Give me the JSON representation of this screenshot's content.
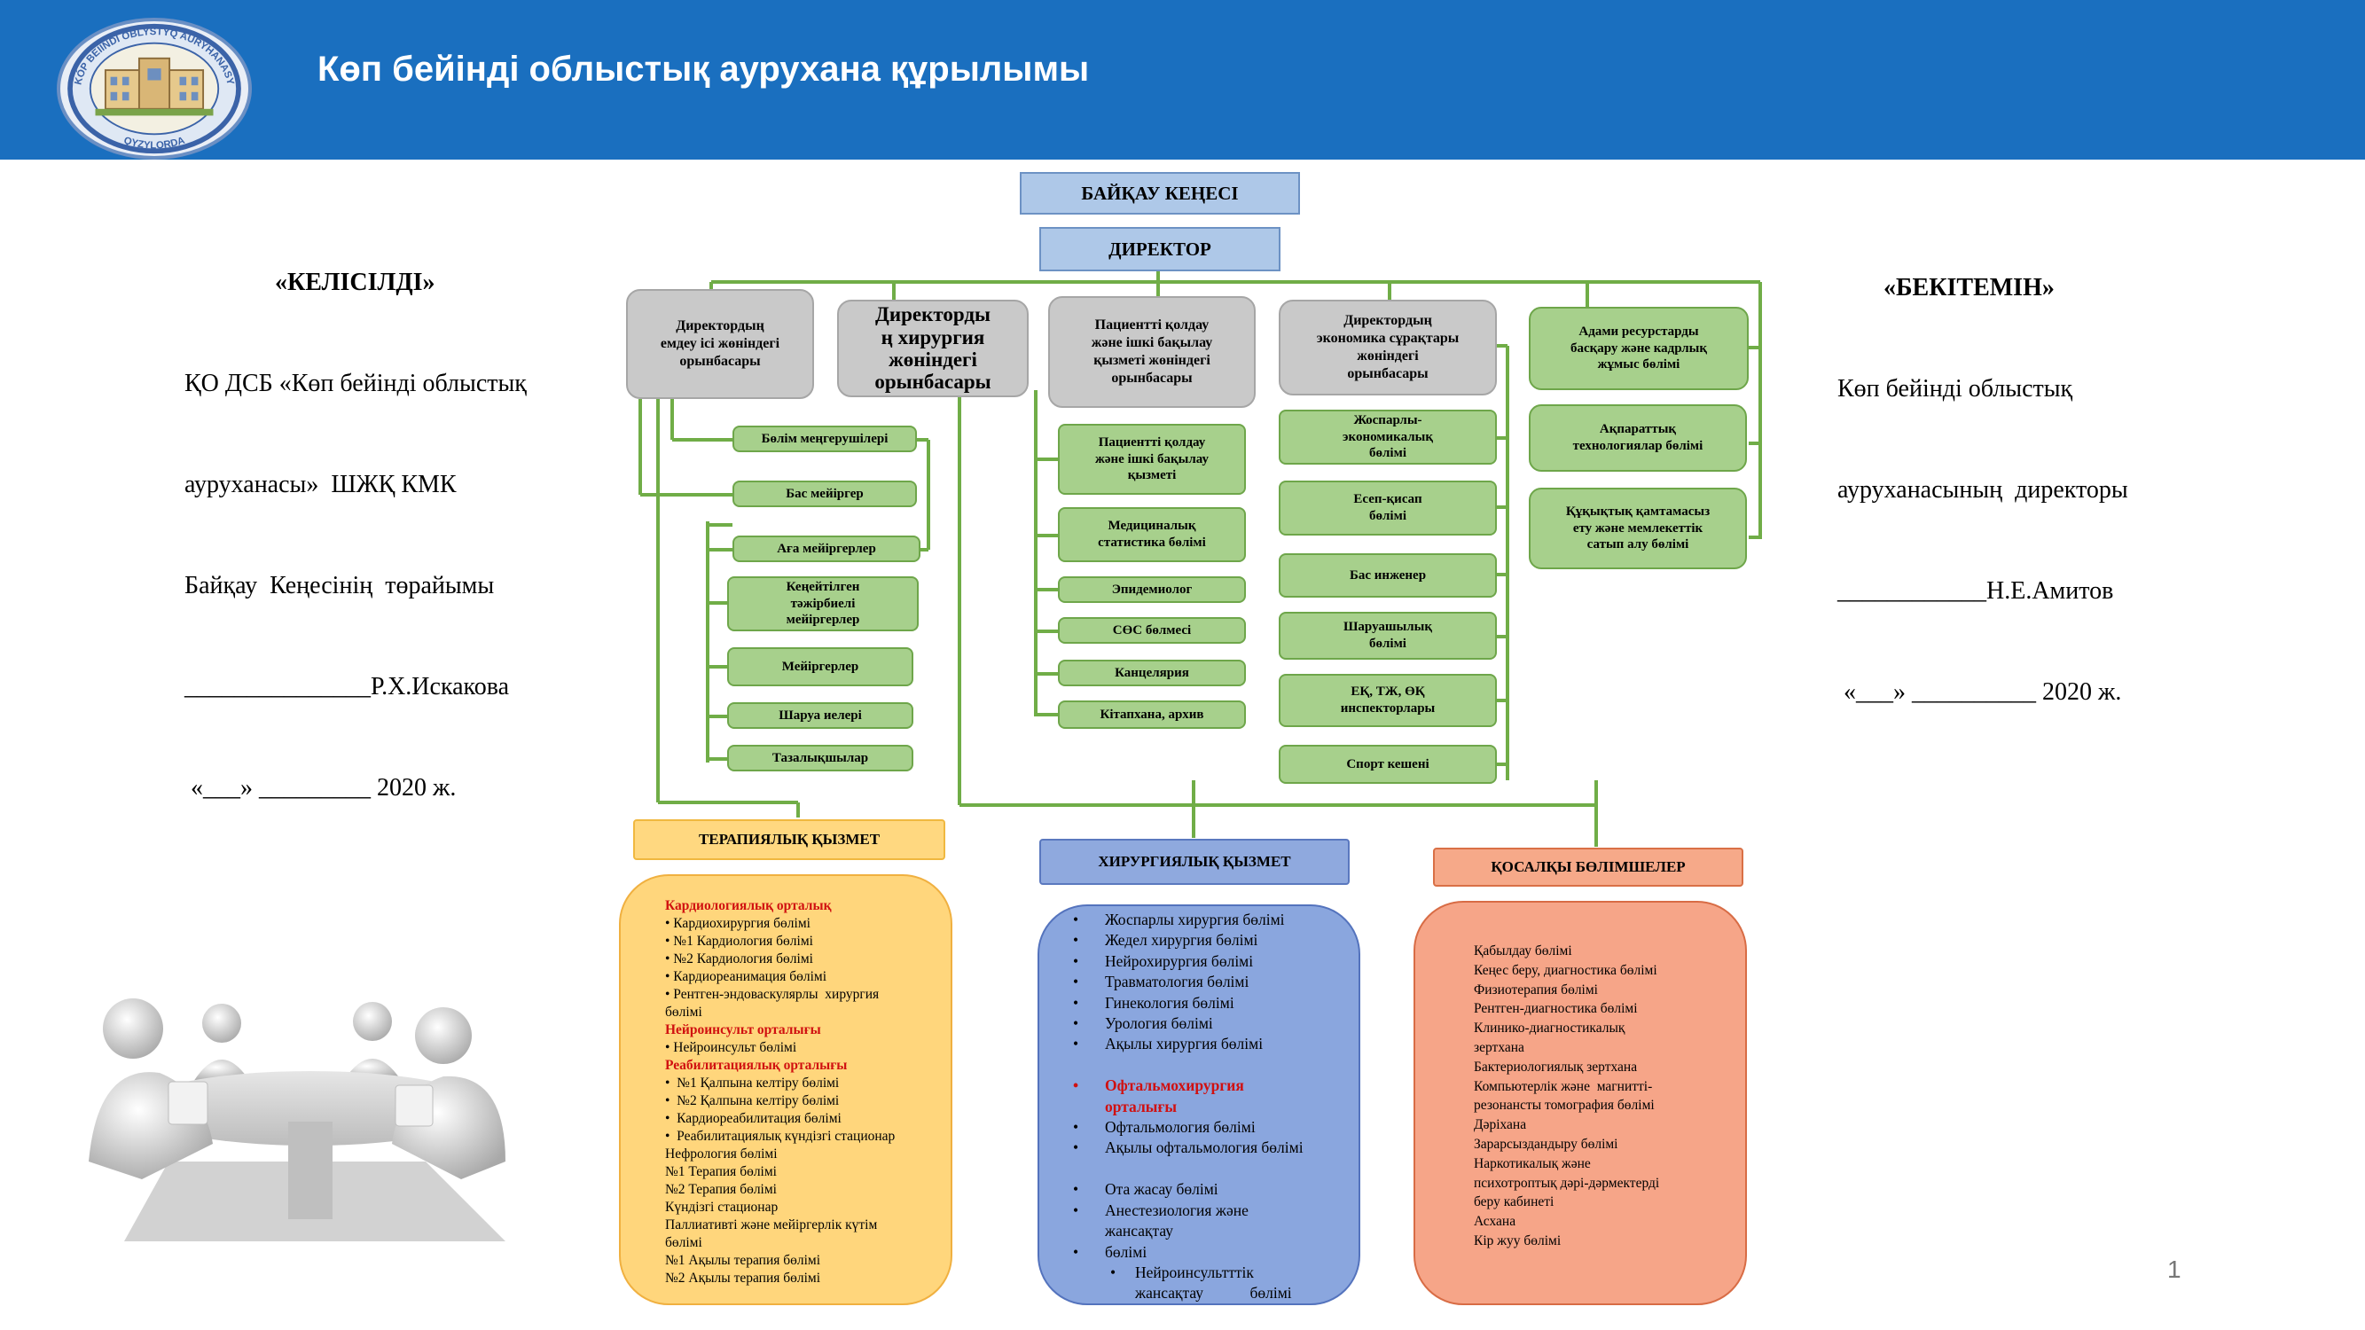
{
  "header": {
    "title": "Көп бейінді облыстық аурухана құрылымы",
    "logo_text_top": "KÓP BEIINDI OBLYSTYQ AURYHANASY",
    "logo_text_bottom": "QYZYLORDA"
  },
  "approve_left": {
    "heading": "«КЕЛІСІЛДІ»",
    "lines": [
      "ҚО ДСБ «Көп бейінді облыстық",
      "ауруханасы»  ШЖҚ КМК",
      "Байқау  Кеңесінің  төрайымы",
      "_______________Р.Х.Искакова",
      " «___» _________ 2020 ж."
    ]
  },
  "approve_right": {
    "heading": "«БЕКІТЕМІН»",
    "lines": [
      "Көп бейінді облыстық",
      "ауруханасының  директоры",
      "____________Н.Е.Амитов",
      " «___» __________ 2020 ж."
    ]
  },
  "top_nodes": {
    "board": "БАЙҚАУ КЕҢЕСІ",
    "director": "ДИРЕКТОР"
  },
  "deputies": {
    "medical": "Директордың\nемдеу ісі жөніндегі\nорынбасары",
    "surgical": "Директорды\nң  хирургия\nжөніндегі\nорынбасары",
    "patient": "Пациентті қолдау\nжәне ішкі бақылау\nқызметі  жөніндегі\nорынбасары",
    "economic": "Директордың\nэкономика  сұрақтары\nжөніндегі\nорынбасары",
    "hr": "Адами  ресурстарды\nбасқару және кадрлық\nжұмыс бөлімі"
  },
  "medical_units": [
    "Бөлім  меңгерушілері",
    "Бас мейіргер",
    "Аға мейіргерлер",
    "Кеңейтілген\nтәжірбиелі\nмейіргерлер",
    "Мейіргерлер",
    "Шаруа иелері",
    "Тазалықшылар"
  ],
  "patient_units": [
    "Пациентті қолдау\nжәне ішкі бақылау\nқызметі",
    "Медициналық\nстатистика бөлімі",
    "Эпидемиолог",
    "СӨС бөлмесі",
    "Канцелярия",
    "Кітапхана, архив"
  ],
  "economic_units": [
    "Жоспарлы-\nэкономикалық\nбөлімі",
    "Есеп-қисап\nбөлімі",
    "Бас инженер",
    "Шаруашылық\nбөлімі",
    "ЕҚ, ТЖ, ӨҚ\nинспекторлары",
    "Спорт кешені"
  ],
  "hr_units": [
    "Ақпараттық\nтехнологиялар бөлімі",
    "Құқықтық  қамтамасыз\nету және  мемлекеттік\nсатып алу бөлімі"
  ],
  "services": {
    "therapy": {
      "title": "ТЕРАПИЯЛЫҚ ҚЫЗМЕТ",
      "items": [
        {
          "text": "Кардиологиялық орталық",
          "red": true
        },
        {
          "text": "• Кардиохирургия бөлімі"
        },
        {
          "text": "• №1 Кардиология бөлімі"
        },
        {
          "text": "• №2 Кардиология бөлімі"
        },
        {
          "text": "• Кардиореанимация бөлімі"
        },
        {
          "text": "• Рентген-эндоваскулярлы  хирургия"
        },
        {
          "text": "бөлімі"
        },
        {
          "text": "Нейроинсульт орталығы",
          "red": true
        },
        {
          "text": "• Нейроинсульт бөлімі"
        },
        {
          "text": "Реабилитациялық орталығы",
          "red": true
        },
        {
          "text": "•  №1 Қалпына келтіру бөлімі"
        },
        {
          "text": "•  №2 Қалпына келтіру бөлімі"
        },
        {
          "text": "•  Кардиореабилитация бөлімі"
        },
        {
          "text": "•  Реабилитациялық күндізгі стационар"
        },
        {
          "text": "Нефрология бөлімі"
        },
        {
          "text": "№1 Терапия бөлімі"
        },
        {
          "text": "№2 Терапия бөлімі"
        },
        {
          "text": "Күндізгі стационар"
        },
        {
          "text": "Паллиативті және мейіргерлік күтім"
        },
        {
          "text": "бөлімі"
        },
        {
          "text": "№1 Ақылы терапия бөлімі"
        },
        {
          "text": "№2 Ақылы терапия бөлімі"
        }
      ]
    },
    "surgery": {
      "title": "ХИРУРГИЯЛЫҚ ҚЫЗМЕТ",
      "items": [
        {
          "text": "Жоспарлы хирургия бөлімі",
          "bullet": true
        },
        {
          "text": "Жедел хирургия бөлімі",
          "bullet": true
        },
        {
          "text": "Нейрохирургия бөлімі",
          "bullet": true
        },
        {
          "text": "Травматология бөлімі",
          "bullet": true
        },
        {
          "text": "Гинекология бөлімі",
          "bullet": true
        },
        {
          "text": "Урология бөлімі",
          "bullet": true
        },
        {
          "text": "Ақылы хирургия бөлімі",
          "bullet": true
        },
        {
          "text": " ",
          "bullet": false
        },
        {
          "text": "Офтальмохирургия",
          "bullet": true,
          "red": true
        },
        {
          "text": "орталығы",
          "bullet": false,
          "red": true
        },
        {
          "text": "Офтальмология бөлімі",
          "bullet": true
        },
        {
          "text": "Ақылы офтальмология бөлімі",
          "bullet": true
        },
        {
          "text": " ",
          "bullet": false
        },
        {
          "text": "Ота жасау бөлімі",
          "bullet": true
        },
        {
          "text": "Анестезиология және",
          "bullet": true
        },
        {
          "text": "жансақтау",
          "bullet": false
        },
        {
          "text": "бөлімі",
          "bullet": true
        },
        {
          "text": "Нейроинсультттік",
          "bullet": false,
          "sub": true
        },
        {
          "text": "жансақтау            бөлімі",
          "bullet": false,
          "indent": true
        }
      ]
    },
    "auxiliary": {
      "title": "ҚОСАЛҚЫ БӨЛІМШЕЛЕР",
      "items": [
        "Қабылдау бөлімі",
        "Кеңес беру, диагностика бөлімі",
        "Физиотерапия бөлімі",
        "Рентген-диагностика бөлімі",
        "Клинико-диагностикалық",
        "зертхана",
        "Бактериологиялық зертхана",
        "Компьютерлік және  магнитті-",
        "резонансты томография бөлімі",
        "Дәріхана",
        "Зарарсыздандыру бөлімі",
        "Наркотикалық және",
        "психотроптық дәрі-дәрмектерді",
        "беру кабинеті",
        "Асхана",
        "Кір жуу бөлімі"
      ]
    }
  },
  "page_number": "1",
  "colors": {
    "header": "#1a6fbf",
    "connector": "#70ad47",
    "red_text": "#d01010"
  }
}
